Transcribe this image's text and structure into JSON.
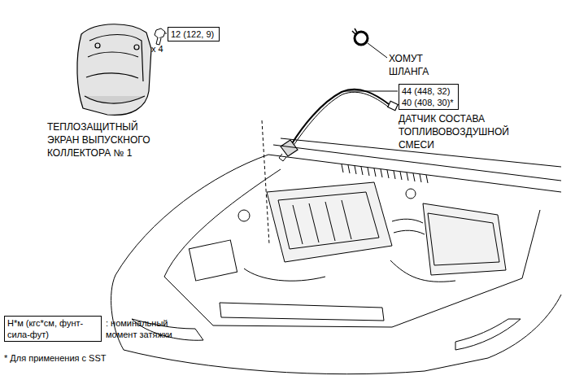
{
  "diagram": {
    "nodes": [
      {
        "text": [
          "12 (122, 9)"
        ]
      },
      {
        "text": [
          "44 (448, 32)",
          "40 (408, 30)*"
        ]
      },
      {
        "text": [
          "Н*м (кгс*см, фунт-сила-фут)"
        ]
      }
    ],
    "labels": [
      "x 4",
      "ТЕПЛОЗАЩИТНЫЙ ЭКРАН ВЫПУСКНОГО КОЛЛЕКТОРА № 1",
      "ХОМУТ ШЛАНГА",
      "ДАТЧИК СОСТАВА ТОПЛИВОВОЗДУШНОЙ СМЕСИ",
      ": номинальный момент затяжки",
      "* Для применения с SST"
    ]
  }
}
